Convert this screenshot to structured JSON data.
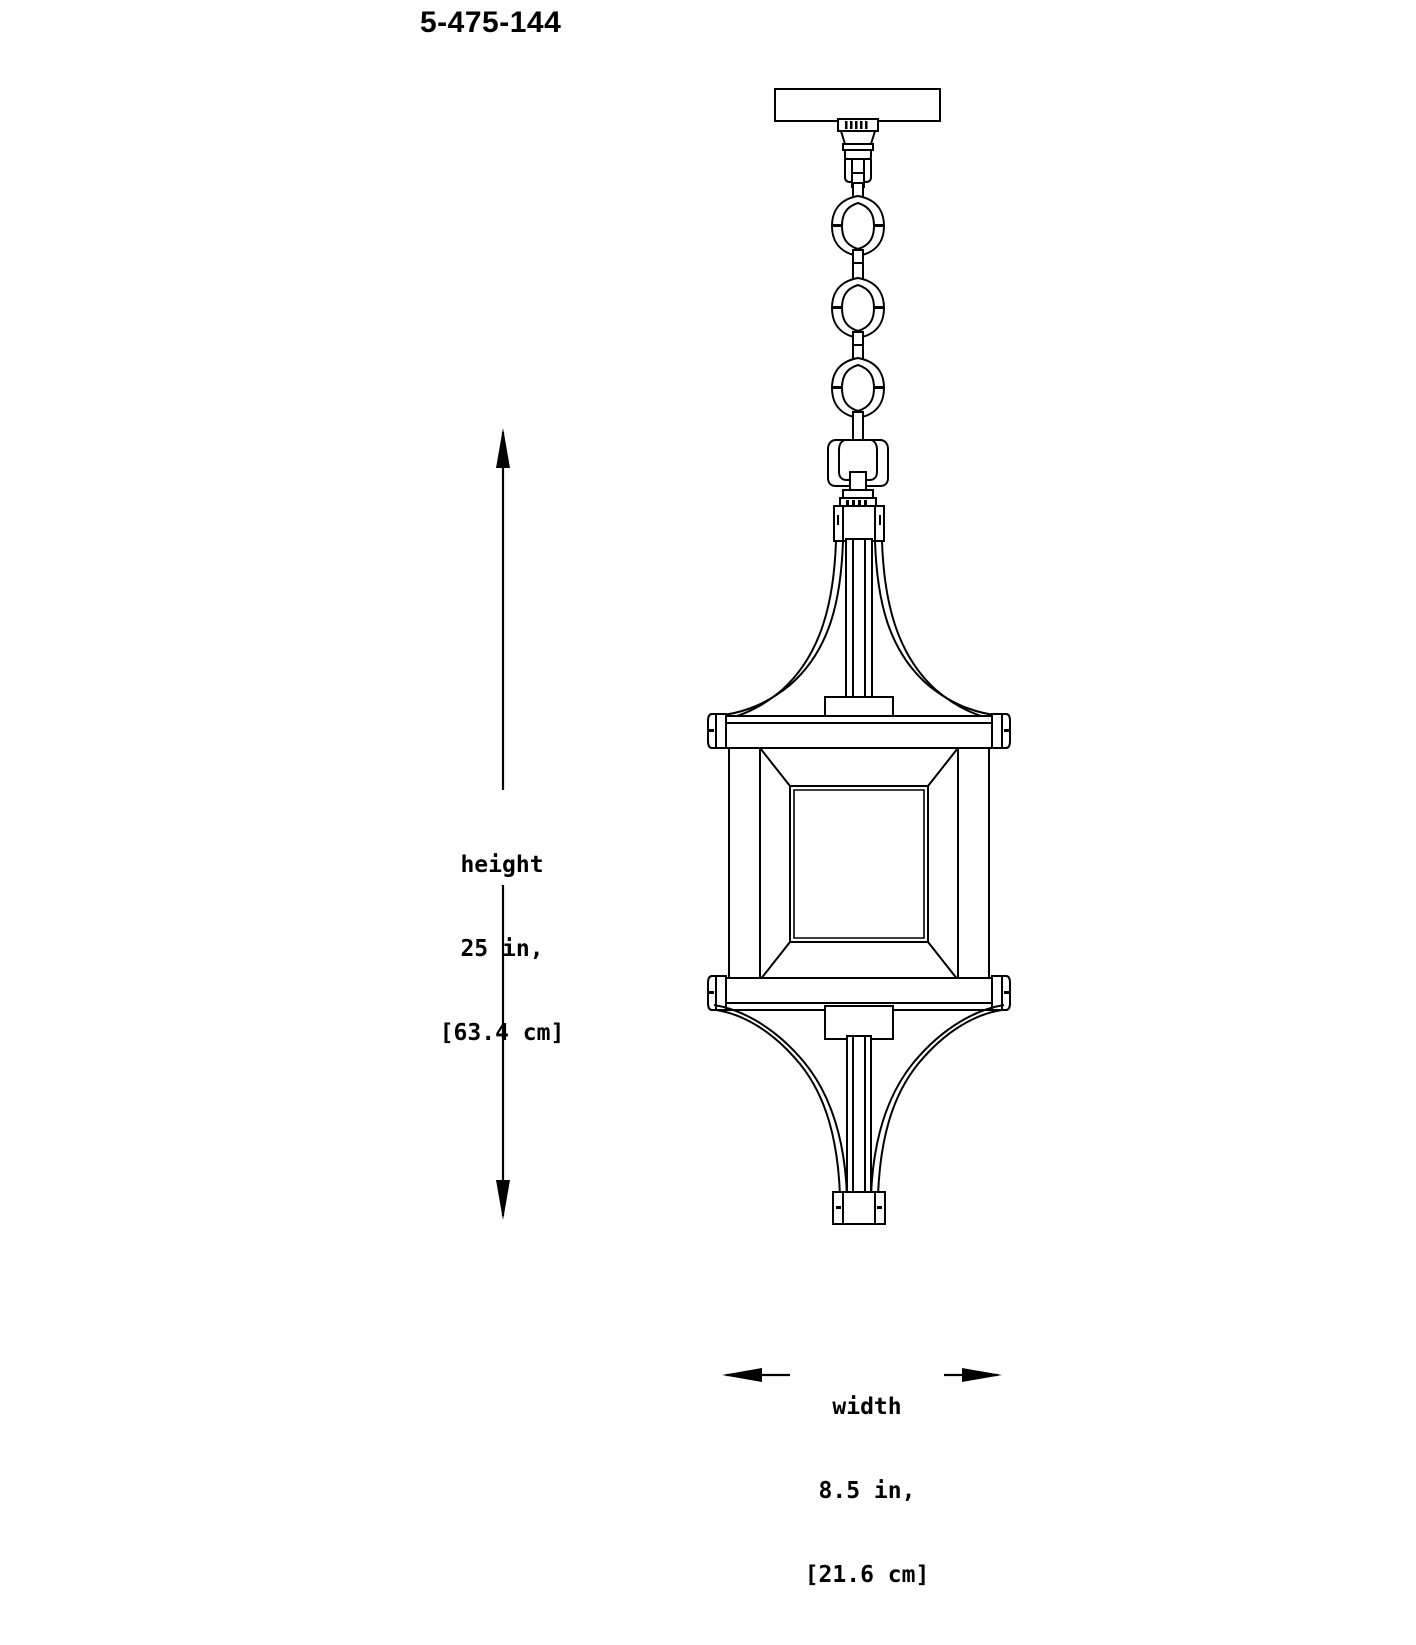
{
  "drawing": {
    "part_number": "5-475-144",
    "product_type": "outdoor hanging lantern pendant",
    "background_color": "#ffffff",
    "line_color": "#000000"
  },
  "dimensions": {
    "height": {
      "name": "height",
      "label_line1": "height",
      "label_line2": "25 in,",
      "label_line3": "[63.4 cm]",
      "value_in": "25 in",
      "value_cm": "63.4 cm",
      "orientation": "vertical"
    },
    "width": {
      "name": "width",
      "label_line1": "width",
      "label_line2": "8.5 in,",
      "label_line3": "[21.6 cm]",
      "value_in": "8.5 in",
      "value_cm": "21.6 cm",
      "orientation": "horizontal"
    }
  },
  "components": {
    "canopy_plate": "ceiling mounting plate",
    "threaded_collar": "threaded collar",
    "hanger_loop": "hanger loop",
    "chain": "chain with 3 oval links",
    "swivel": "swivel shackle",
    "upper_stem": "upper stem",
    "upper_arms": "upper flared arms",
    "top_cap": "lantern top cap band",
    "glass_panel": "beveled glass panel",
    "bottom_band": "lantern bottom band",
    "lower_arms": "lower tapered arms",
    "finial": "bottom finial"
  }
}
